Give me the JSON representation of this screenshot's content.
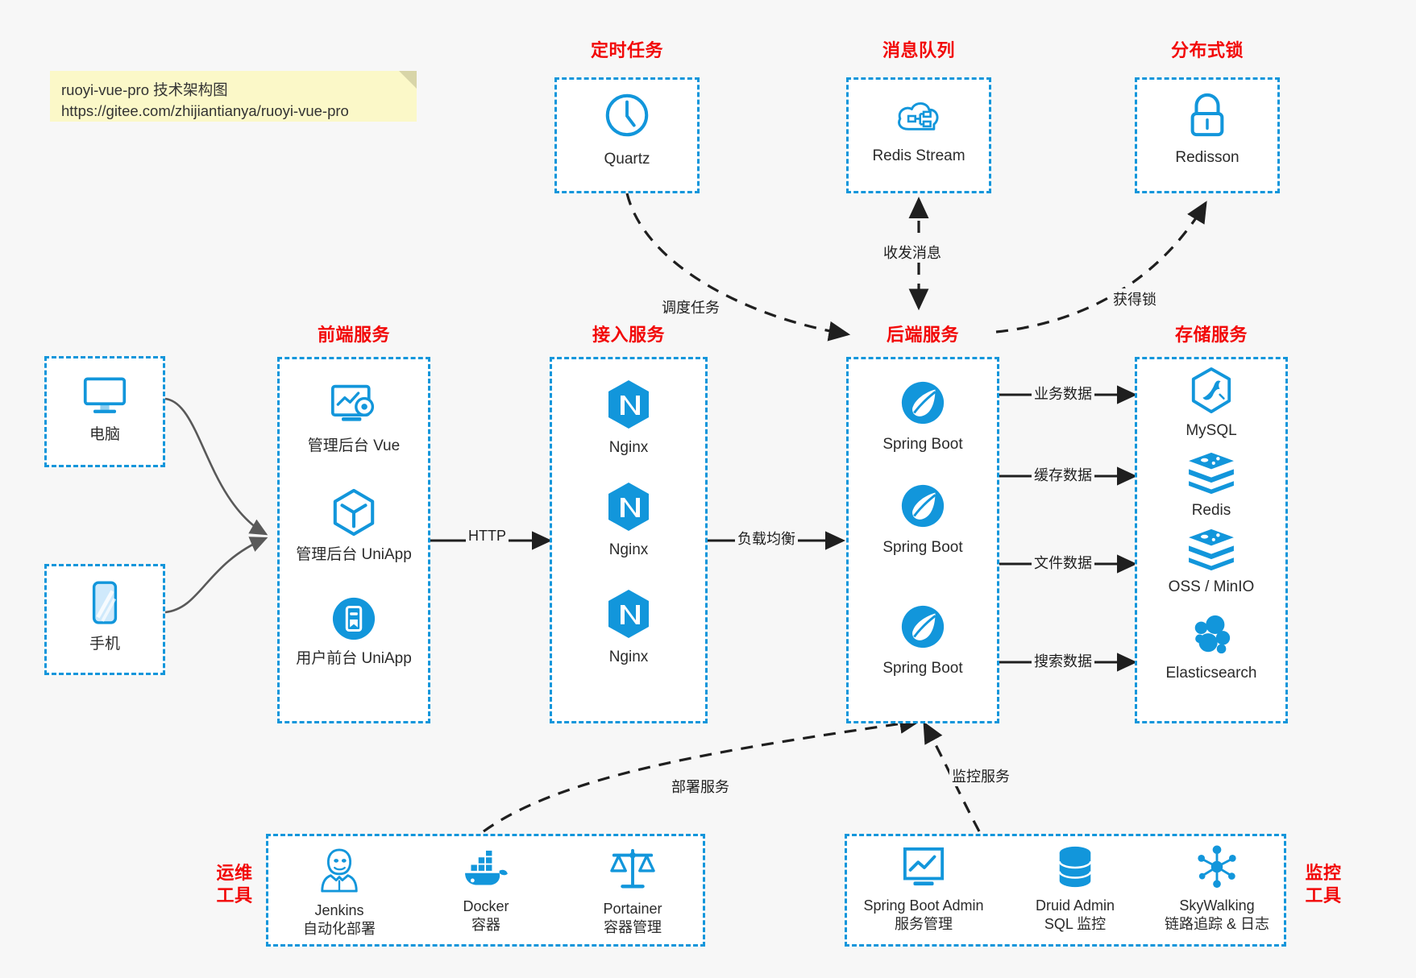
{
  "note": {
    "line1": "ruoyi-vue-pro 技术架构图",
    "line2": "https://gitee.com/zhijiantianya/ruoyi-vue-pro"
  },
  "colors": {
    "accent_blue": "#1296db",
    "title_red": "#f20808",
    "edge_dark": "#1f1f1f",
    "edge_gray": "#595959",
    "note_bg": "#fbf8c8",
    "canvas_bg": "#f7f7f7"
  },
  "groups": {
    "scheduled_task": {
      "title": "定时任务",
      "items": [
        {
          "label": "Quartz",
          "icon": "clock-icon"
        }
      ]
    },
    "message_queue": {
      "title": "消息队列",
      "items": [
        {
          "label": "Redis Stream",
          "icon": "cloud-network-icon"
        }
      ]
    },
    "distributed_lock": {
      "title": "分布式锁",
      "items": [
        {
          "label": "Redisson",
          "icon": "padlock-icon"
        }
      ]
    },
    "clients": {
      "items": [
        {
          "label": "电脑",
          "icon": "desktop-monitor-icon"
        },
        {
          "label": "手机",
          "icon": "smartphone-icon"
        }
      ]
    },
    "frontend": {
      "title": "前端服务",
      "items": [
        {
          "label": "管理后台 Vue",
          "icon": "dashboard-settings-icon"
        },
        {
          "label": "管理后台 UniApp",
          "icon": "cube-icon"
        },
        {
          "label": "用户前台 UniApp",
          "icon": "mobile-app-icon"
        }
      ]
    },
    "gateway": {
      "title": "接入服务",
      "items": [
        {
          "label": "Nginx",
          "icon": "nginx-icon"
        },
        {
          "label": "Nginx",
          "icon": "nginx-icon"
        },
        {
          "label": "Nginx",
          "icon": "nginx-icon"
        }
      ]
    },
    "backend": {
      "title": "后端服务",
      "items": [
        {
          "label": "Spring Boot",
          "icon": "spring-boot-icon"
        },
        {
          "label": "Spring Boot",
          "icon": "spring-boot-icon"
        },
        {
          "label": "Spring Boot",
          "icon": "spring-boot-icon"
        }
      ]
    },
    "storage": {
      "title": "存储服务",
      "items": [
        {
          "label": "MySQL",
          "icon": "mysql-dolphin-icon"
        },
        {
          "label": "Redis",
          "icon": "redis-stack-icon"
        },
        {
          "label": "OSS / MinIO",
          "icon": "redis-stack-icon"
        },
        {
          "label": "Elasticsearch",
          "icon": "elasticsearch-icon"
        }
      ]
    },
    "devops": {
      "title_line1": "运维",
      "title_line2": "工具",
      "items": [
        {
          "name": "Jenkins",
          "desc": "自动化部署",
          "icon": "jenkins-butler-icon"
        },
        {
          "name": "Docker",
          "desc": "容器",
          "icon": "docker-whale-icon"
        },
        {
          "name": "Portainer",
          "desc": "容器管理",
          "icon": "scales-icon"
        }
      ]
    },
    "monitoring": {
      "title_line1": "监控",
      "title_line2": "工具",
      "items": [
        {
          "name": "Spring Boot Admin",
          "desc": "服务管理",
          "icon": "monitor-chart-icon"
        },
        {
          "name": "Druid Admin",
          "desc": "SQL 监控",
          "icon": "database-stack-icon"
        },
        {
          "name": "SkyWalking",
          "desc": "链路追踪 & 日志",
          "icon": "skywalking-node-icon"
        }
      ]
    }
  },
  "edges": [
    {
      "id": "http",
      "label": "HTTP",
      "from": "frontend",
      "to": "gateway",
      "style": "solid",
      "direction": "one-way"
    },
    {
      "id": "load-balance",
      "label": "负载均衡",
      "from": "gateway",
      "to": "backend",
      "style": "solid",
      "direction": "one-way"
    },
    {
      "id": "schedule-task",
      "label": "调度任务",
      "from": "quartz",
      "to": "backend",
      "style": "dashed",
      "direction": "one-way"
    },
    {
      "id": "send-recv-msg",
      "label": "收发消息",
      "from": "redis-stream",
      "to": "backend",
      "style": "dashed",
      "direction": "two-way"
    },
    {
      "id": "acquire-lock",
      "label": "获得锁",
      "from": "backend",
      "to": "redisson",
      "style": "dashed",
      "direction": "one-way"
    },
    {
      "id": "business-data",
      "label": "业务数据",
      "from": "backend",
      "to": "mysql",
      "style": "solid",
      "direction": "one-way"
    },
    {
      "id": "cache-data",
      "label": "缓存数据",
      "from": "backend",
      "to": "redis",
      "style": "solid",
      "direction": "one-way"
    },
    {
      "id": "file-data",
      "label": "文件数据",
      "from": "backend",
      "to": "oss",
      "style": "solid",
      "direction": "one-way"
    },
    {
      "id": "search-data",
      "label": "搜索数据",
      "from": "backend",
      "to": "elasticsearch",
      "style": "solid",
      "direction": "one-way"
    },
    {
      "id": "deploy-service",
      "label": "部署服务",
      "from": "devops",
      "to": "backend",
      "style": "dashed",
      "direction": "one-way"
    },
    {
      "id": "monitor-service",
      "label": "监控服务",
      "from": "monitoring",
      "to": "backend",
      "style": "dashed",
      "direction": "one-way"
    }
  ]
}
